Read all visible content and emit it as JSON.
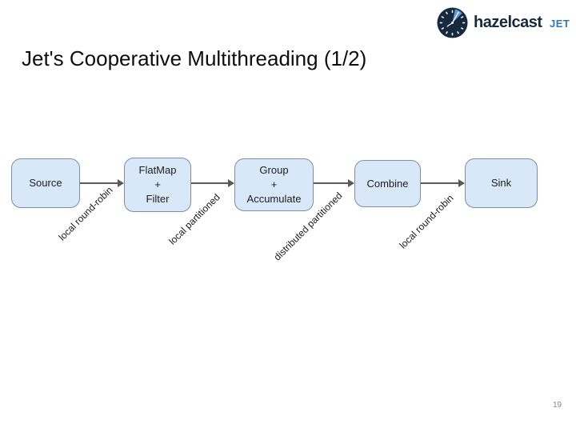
{
  "logo": {
    "brand": "hazelcast",
    "product": "JET",
    "brand_color": "#17293e",
    "product_color": "#2f76c1",
    "mark_fill": "#17293e",
    "mark_accent": "#5b9bd5"
  },
  "title": "Jet's Cooperative Multithreading (1/2)",
  "page_number": "19",
  "diagram": {
    "node_fill": "#d8e8f8",
    "node_border": "#7d8ea5",
    "arrow_color": "#595959",
    "nodes": [
      {
        "id": "source",
        "lines": [
          "Source"
        ]
      },
      {
        "id": "flatmap",
        "lines": [
          "FlatMap",
          "+",
          "Filter"
        ]
      },
      {
        "id": "group",
        "lines": [
          "Group",
          "+",
          "Accumulate"
        ]
      },
      {
        "id": "combine",
        "lines": [
          "Combine"
        ]
      },
      {
        "id": "sink",
        "lines": [
          "Sink"
        ]
      }
    ],
    "edges": [
      {
        "from": "source",
        "to": "flatmap",
        "label": "local round-robin"
      },
      {
        "from": "flatmap",
        "to": "group",
        "label": "local partitioned"
      },
      {
        "from": "group",
        "to": "combine",
        "label": "distributed partitioned"
      },
      {
        "from": "combine",
        "to": "sink",
        "label": "local round-robin"
      }
    ]
  }
}
